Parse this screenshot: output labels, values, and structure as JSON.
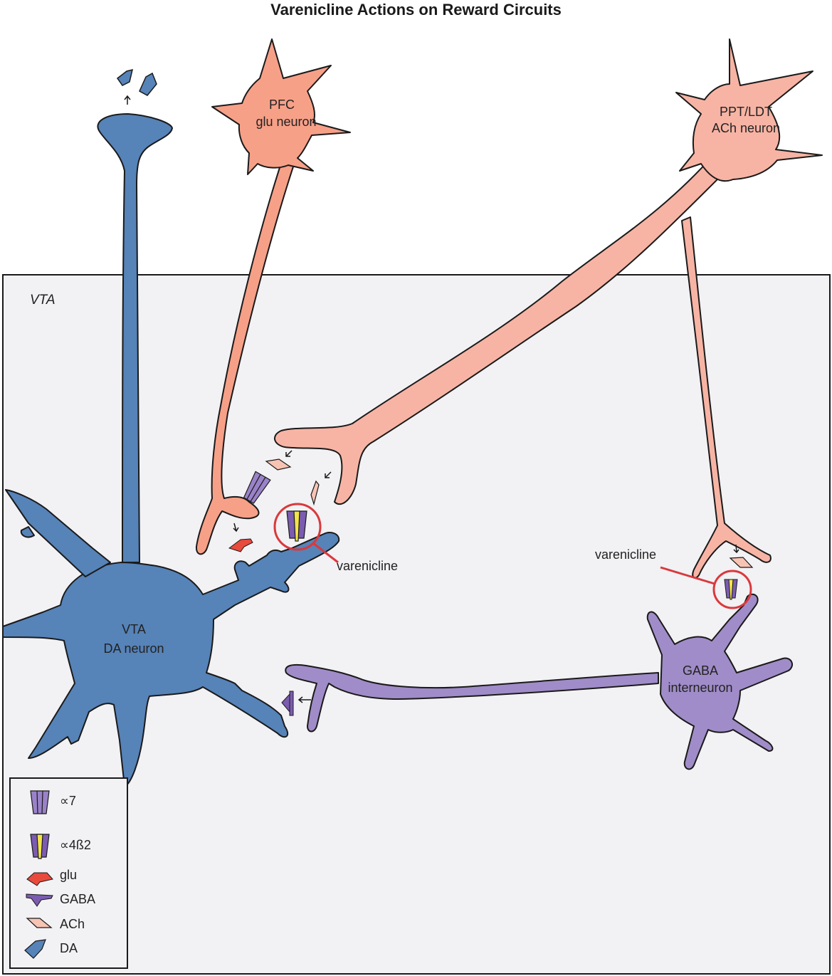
{
  "title": "Varenicline Actions on Reward Circuits",
  "region_label": "VTA",
  "neurons": {
    "pfc": {
      "line1": "PFC",
      "line2": "glu neuron"
    },
    "ppt": {
      "line1": "PPT/LDT",
      "line2": "ACh neuron"
    },
    "vta": {
      "line1": "VTA",
      "line2": "DA neuron"
    },
    "gaba": {
      "line1": "GABA",
      "line2": "interneuron"
    }
  },
  "annotations": {
    "varenicline_left": "varenicline",
    "varenicline_right": "varenicline"
  },
  "legend": {
    "items": [
      {
        "icon": "alpha7-receptor-icon",
        "label": "∝7"
      },
      {
        "icon": "alpha4beta2-receptor-icon",
        "label": "∝4ß2"
      },
      {
        "icon": "glu-icon",
        "label": "glu"
      },
      {
        "icon": "gaba-icon",
        "label": "GABA"
      },
      {
        "icon": "ach-icon",
        "label": "ACh"
      },
      {
        "icon": "da-icon",
        "label": "DA"
      }
    ]
  },
  "colors": {
    "da_blue": "#5683b8",
    "gaba_purple": "#a08cc8",
    "pfc_salmon": "#f7a088",
    "ach_pink": "#f7b4a4",
    "glu_red": "#e84a3c",
    "receptor_purple": "#7b5cb0",
    "receptor_yellow": "#f2e44a",
    "highlight_red": "#d9393c",
    "vta_bg": "#f2f1f4"
  }
}
